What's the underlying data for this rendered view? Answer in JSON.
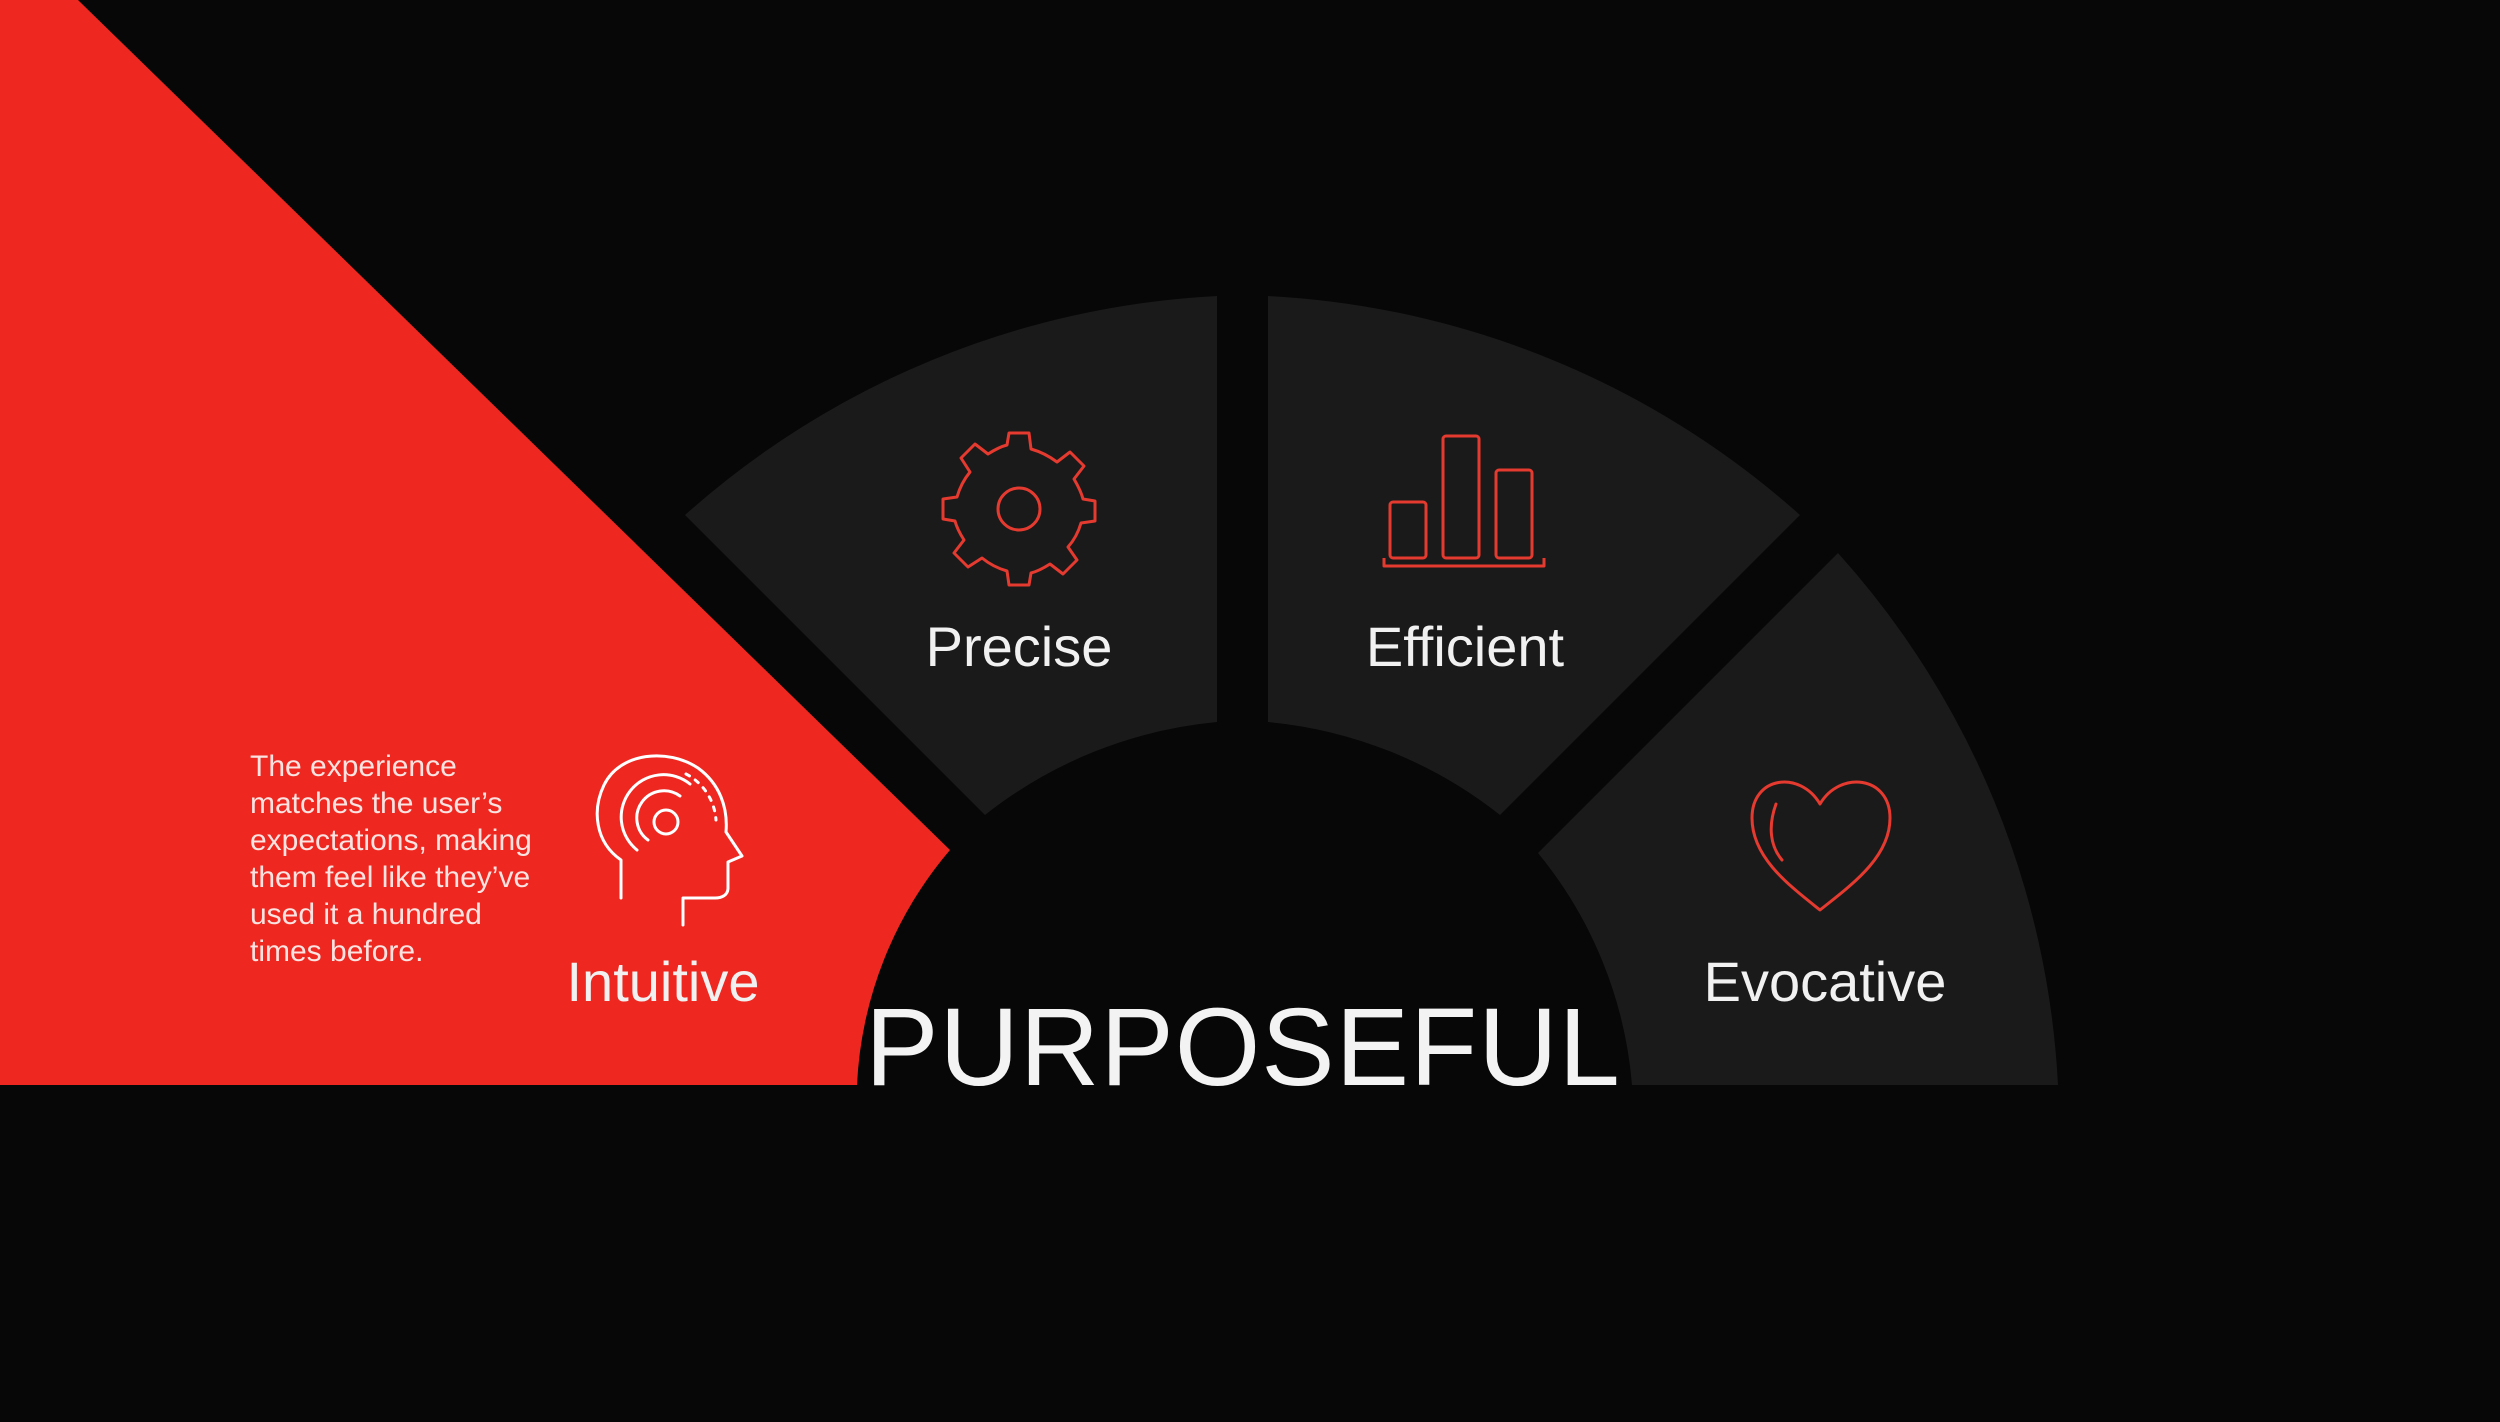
{
  "diagram": {
    "center_title": "PURPOSEFUL",
    "segments": [
      {
        "id": "intuitive",
        "label": "Intuitive",
        "icon": "head-mind-icon",
        "active": true
      },
      {
        "id": "precise",
        "label": "Precise",
        "icon": "gear-icon",
        "active": false
      },
      {
        "id": "efficient",
        "label": "Efficient",
        "icon": "bar-chart-icon",
        "active": false
      },
      {
        "id": "evocative",
        "label": "Evocative",
        "icon": "heart-icon",
        "active": false
      }
    ],
    "description": {
      "lines": [
        "The experience",
        "matches the user’s",
        "expectations, making",
        "them feel like they’ve",
        "used it a hundred",
        "times before."
      ]
    }
  },
  "colors": {
    "background": "#070707",
    "segment": "#1a1a1a",
    "accent": "#ee2720",
    "icon_stroke_inactive": "#e53a2f",
    "icon_stroke_active": "#ffffff",
    "text": "#f1f1f1"
  }
}
